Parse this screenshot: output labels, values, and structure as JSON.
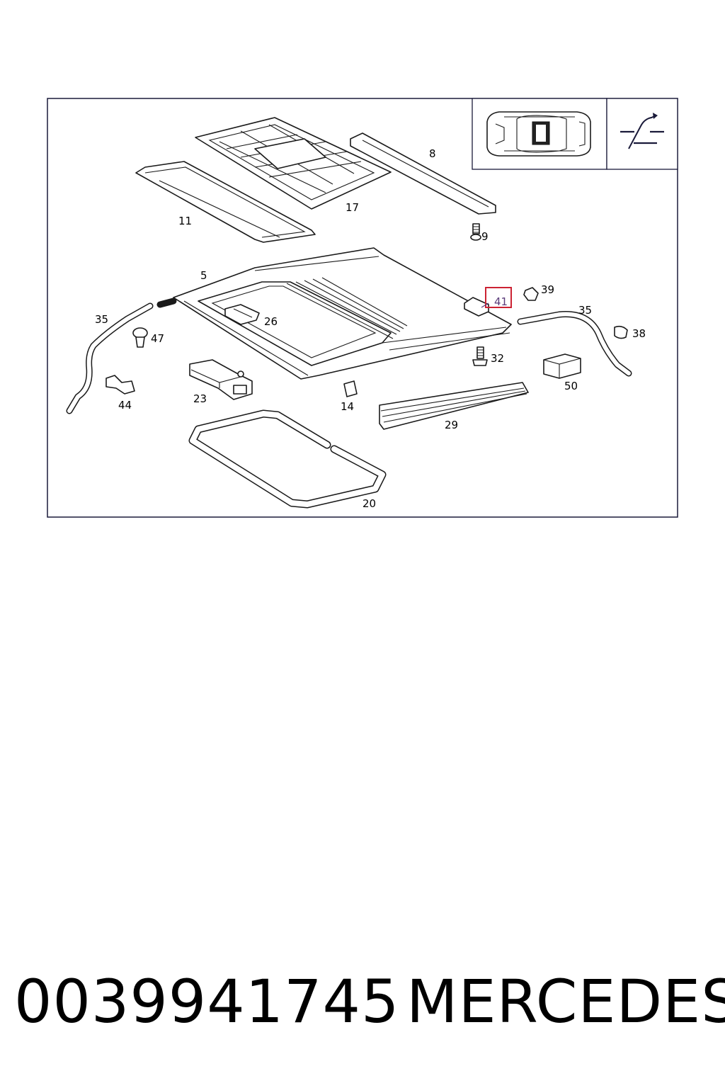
{
  "diagram": {
    "callouts": [
      {
        "id": "c8",
        "label": "8"
      },
      {
        "id": "c17",
        "label": "17"
      },
      {
        "id": "c11",
        "label": "11"
      },
      {
        "id": "c9",
        "label": "9"
      },
      {
        "id": "c5",
        "label": "5"
      },
      {
        "id": "c35a",
        "label": "35"
      },
      {
        "id": "c26",
        "label": "26"
      },
      {
        "id": "c47",
        "label": "47"
      },
      {
        "id": "c41",
        "label": "41",
        "highlighted": true
      },
      {
        "id": "c39",
        "label": "39"
      },
      {
        "id": "c35b",
        "label": "35"
      },
      {
        "id": "c38",
        "label": "38"
      },
      {
        "id": "c32",
        "label": "32"
      },
      {
        "id": "c50",
        "label": "50"
      },
      {
        "id": "c44",
        "label": "44"
      },
      {
        "id": "c23",
        "label": "23"
      },
      {
        "id": "c14",
        "label": "14"
      },
      {
        "id": "c29",
        "label": "29"
      },
      {
        "id": "c20",
        "label": "20"
      }
    ],
    "highlight_color": "#cc2233",
    "frame_color": "#1a1a3a"
  },
  "footer": {
    "part_number": "0039941745",
    "brand": "MERCEDES"
  }
}
